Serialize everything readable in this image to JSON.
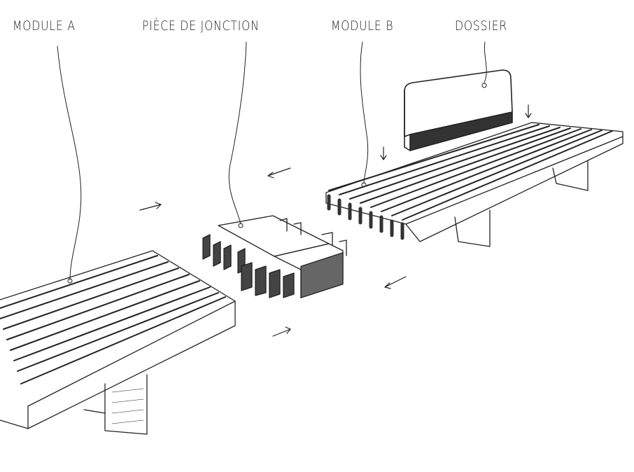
{
  "labels": {
    "module_a": "MODULE A",
    "piece_jonction": "PIÈCE DE JONCTION",
    "module_b": "MODULE B",
    "dossier": "DOSSIER"
  },
  "colors": {
    "ink": "#222222",
    "paper": "#ffffff",
    "shade": "#555555"
  }
}
